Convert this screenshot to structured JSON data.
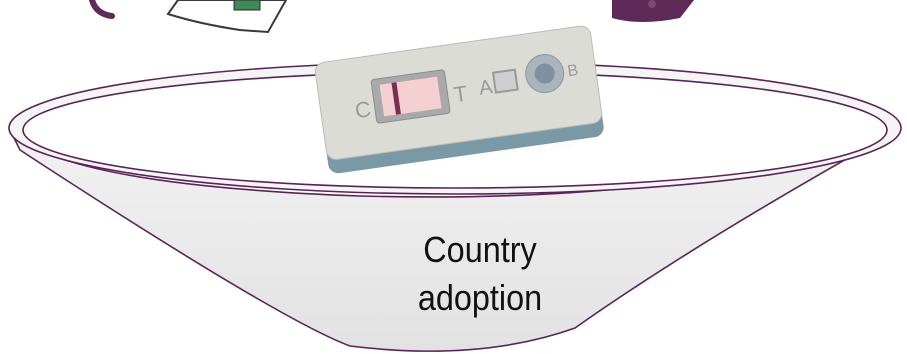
{
  "funnel": {
    "label_line1": "Country",
    "label_line2": "adoption"
  },
  "rdt_cassette": {
    "marker_c": "C",
    "marker_t": "T",
    "marker_a": "A",
    "marker_b": "B"
  },
  "colors": {
    "funnel_fill": "#e8e8e8",
    "funnel_outline": "#5a2357",
    "cassette_body": "#dcdcd6",
    "cassette_edge": "#7a98a6",
    "result_window": "#f4d0d2",
    "sample_well": "#8fa0ab",
    "plum_object": "#5e2a57"
  }
}
